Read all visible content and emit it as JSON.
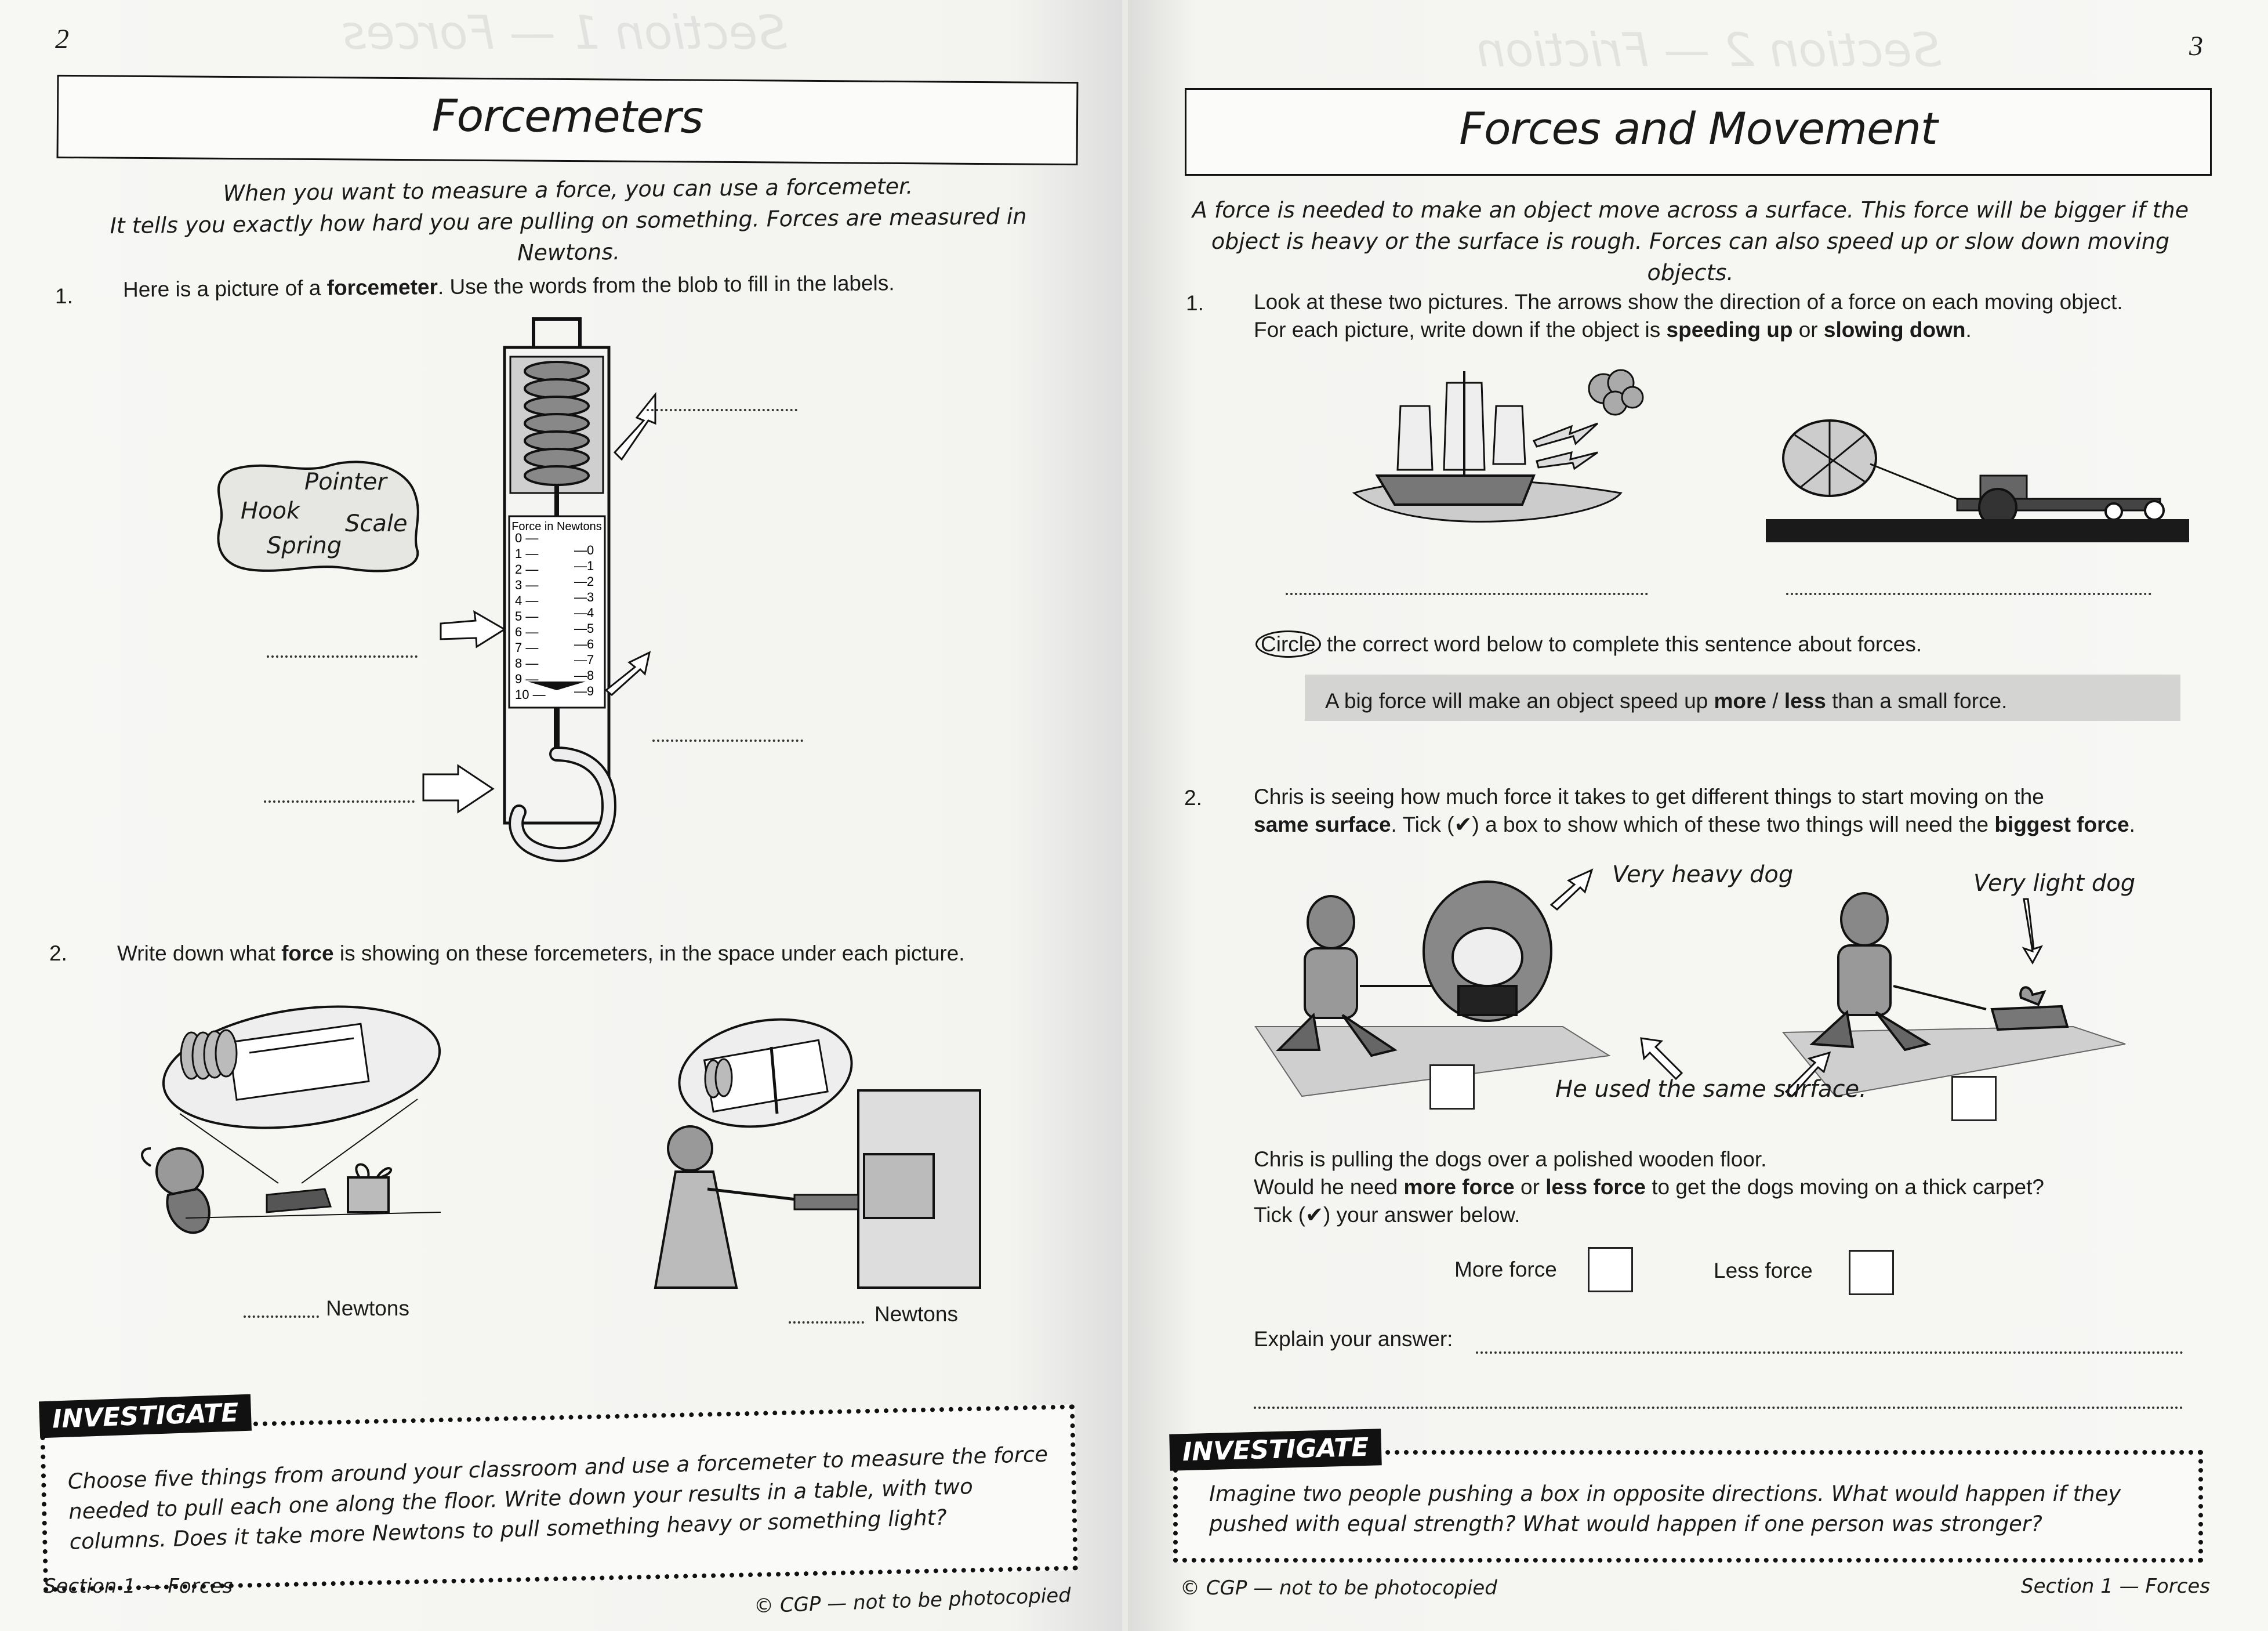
{
  "left": {
    "page_number": "2",
    "title": "Forcemeters",
    "intro_line1": "When you want to measure a force, you can use a forcemeter.",
    "intro_line2": "It tells you exactly how hard you are pulling on something.  Forces are measured in Newtons.",
    "q1": {
      "number": "1.",
      "text_a": "Here is a picture of a ",
      "text_b": "forcemeter",
      "text_c": ".  Use the words from the blob to fill in the labels."
    },
    "blob_words": [
      "Pointer",
      "Hook",
      "Scale",
      "Spring"
    ],
    "scale_title": "Force in Newtons",
    "scale_left": [
      "0",
      "1",
      "2",
      "3",
      "4",
      "5",
      "6",
      "7",
      "8",
      "9",
      "10"
    ],
    "scale_right": [
      "0",
      "1",
      "2",
      "3",
      "4",
      "5",
      "6",
      "7",
      "8",
      "9"
    ],
    "q2": {
      "number": "2.",
      "text_a": "Write down what ",
      "text_b": "force",
      "text_c": " is showing on these forcemeters, in the space under each picture."
    },
    "newtons_a": "Newtons",
    "newtons_b": "Newtons",
    "investigate_label": "INVESTIGATE",
    "investigate_text": "Choose five things from around your classroom and use a forcemeter to measure the force needed to pull each one along the floor.  Write down your results in a table, with two columns.  Does it take more Newtons to pull something heavy or something light?",
    "footer_left": "Section 1 — Forces",
    "footer_right": "© CGP — not to be photocopied",
    "ghost_header": "Section 1 — Forces"
  },
  "right": {
    "page_number": "3",
    "title": "Forces and Movement",
    "intro_line1": "A force is needed to make an object move across a surface.  This force will be bigger if the",
    "intro_line2": "object is heavy or the surface is rough.  Forces can also speed up or slow down moving objects.",
    "q1": {
      "number": "1.",
      "line1": "Look at these two pictures.  The arrows show the direction of a force on each moving object.",
      "line2_a": "For each picture, write down if the object is ",
      "line2_b": "speeding up",
      "line2_c": " or ",
      "line2_d": "slowing down",
      "line2_e": "."
    },
    "circle_word": "Circle",
    "circle_rest": " the correct word below to complete this sentence about forces.",
    "sentence_a": "A big force will make an object speed up ",
    "sentence_b": "more",
    "sentence_c": " / ",
    "sentence_d": "less",
    "sentence_e": " than a small force.",
    "q2": {
      "number": "2.",
      "line1": "Chris is seeing how much force it takes to get different things to start moving on the",
      "line2_a": "same surface",
      "line2_b": ".  Tick (✔) a box to show which of these two things will need the ",
      "line2_c": "biggest force",
      "line2_d": "."
    },
    "label_heavy": "Very heavy dog",
    "label_light": "Very light dog",
    "label_surface": "He used the same surface.",
    "polished_line1": "Chris is pulling the dogs over a polished wooden floor.",
    "polished_line2_a": "Would he need ",
    "polished_line2_b": "more force",
    "polished_line2_c": " or ",
    "polished_line2_d": "less force",
    "polished_line2_e": " to get the dogs moving on a thick carpet?",
    "polished_line3": "Tick (✔) your answer below.",
    "more_force": "More force",
    "less_force": "Less force",
    "explain": "Explain your answer:",
    "investigate_label": "INVESTIGATE",
    "investigate_text": "Imagine two people pushing a box in opposite directions.  What would happen if they pushed with equal strength?  What would happen if one person was stronger?",
    "footer_left": "© CGP — not to be photocopied",
    "footer_right": "Section 1 — Forces",
    "ghost_header": "Section 2 — Friction"
  }
}
